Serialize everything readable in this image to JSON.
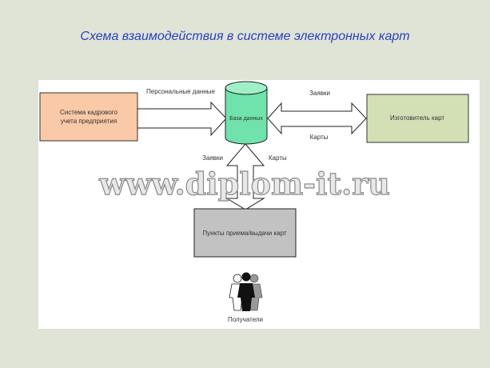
{
  "title": "Схема взаимодействия в системе электронных карт",
  "nodes": {
    "hr_system": {
      "line1": "Система кадрового",
      "line2": "учета предприятия",
      "color": "#f9c9a8"
    },
    "database": {
      "label": "База данных",
      "color": "#6fe3ab"
    },
    "manufacturer": {
      "label": "Изготовитель карт",
      "color": "#d3dfb5"
    },
    "issue_points": {
      "label": "Пункты приема/выдачи карт",
      "color": "#c2c2c2"
    },
    "recipients": {
      "label": "Получатели",
      "icon": "people-icon"
    }
  },
  "edges": {
    "personal_data": "Персональные данные",
    "requests_top": "Заявки",
    "cards_top": "Карты",
    "requests_vertical": "Заявки",
    "cards_vertical": "Карты"
  },
  "watermark": "www.diplom-it.ru"
}
